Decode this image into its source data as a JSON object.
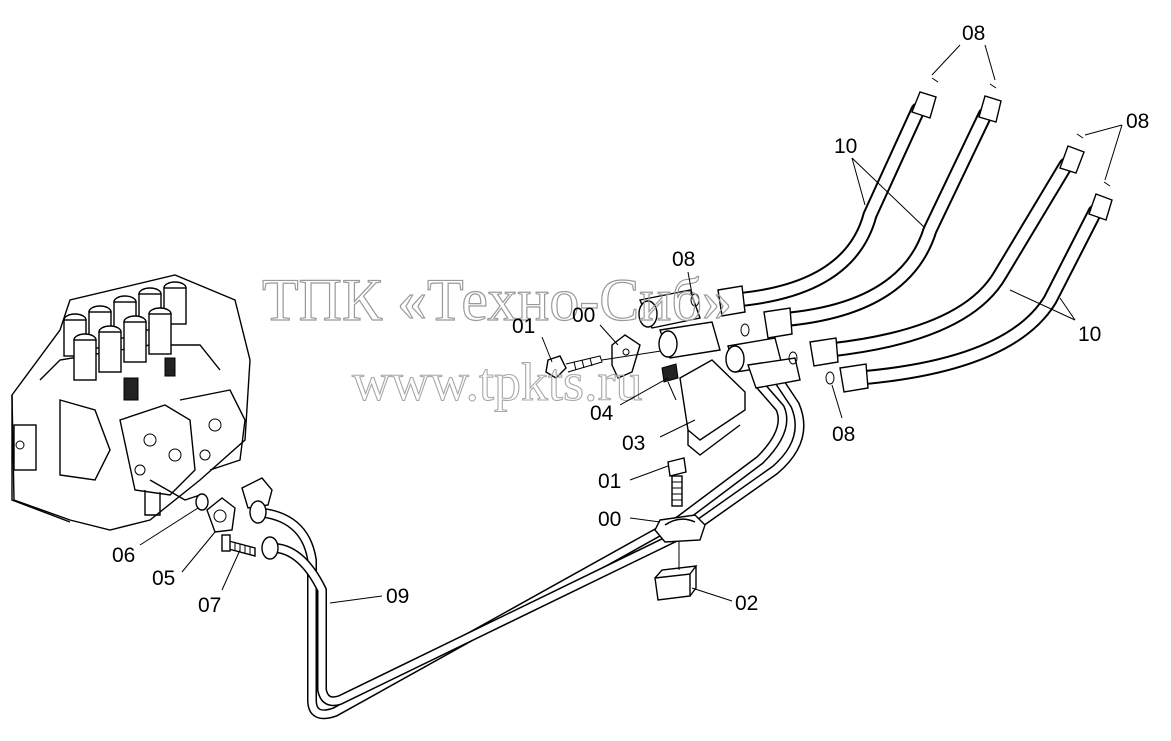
{
  "watermark": {
    "line1": "ТПК «Техно-Сиб»",
    "line2": "www.tpkts.ru"
  },
  "callouts": {
    "c08_top": "08",
    "c08_right": "08",
    "c10_upper": "10",
    "c08_mid": "08",
    "c01_upper": "01",
    "c00_upper": "00",
    "c10_lower": "10",
    "c04": "04",
    "c08_lower": "08",
    "c03": "03",
    "c01_lower": "01",
    "c00_lower": "00",
    "c06": "06",
    "c05": "05",
    "c07": "07",
    "c09": "09",
    "c02": "02"
  }
}
